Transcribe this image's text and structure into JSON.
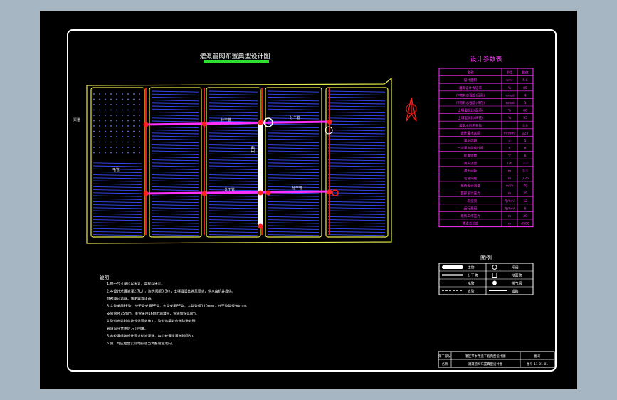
{
  "drawing": {
    "title": "灌溉管网布置典型设计图",
    "labels": {
      "main_pipe": "主管",
      "branch_pipe": "分干管",
      "lateral_label": "毛管",
      "north_arrow": "N",
      "side_label": "渠道"
    }
  },
  "params_table": {
    "title": "设计参数表",
    "header": [
      "名称",
      "单位",
      "数值"
    ],
    "rows": [
      [
        "设计面积",
        "hm²",
        "5.6"
      ],
      [
        "灌溉设计保证率",
        "%",
        "85"
      ],
      [
        "作物耗水强度(蔬菜)",
        "mm/d",
        "4"
      ],
      [
        "作物耗水强度(棉花)",
        "mm/d",
        "5"
      ],
      [
        "土壤湿润比(蔬菜)",
        "%",
        "60"
      ],
      [
        "土壤湿润比(棉花)",
        "%",
        "55"
      ],
      [
        "灌溉水利用系数",
        "",
        "0.9"
      ],
      [
        "设计灌水定额",
        "m³/hm²",
        "225"
      ],
      [
        "灌水周期",
        "d",
        "5"
      ],
      [
        "一次灌水延续时间",
        "h",
        "8"
      ],
      [
        "轮灌组数",
        "个",
        "6"
      ],
      [
        "滴头流量",
        "L/h",
        "2.7"
      ],
      [
        "滴头间距",
        "m",
        "0.3"
      ],
      [
        "毛管间距",
        "m",
        "0.75"
      ],
      [
        "系统设计流量",
        "m³/h",
        "70"
      ],
      [
        "首部设计压力",
        "m",
        "25"
      ],
      [
        "一次投资",
        "元/hm²",
        "12"
      ],
      [
        "运行费用",
        "元/hm²",
        "6"
      ],
      [
        "系统工作压力",
        "m",
        "20"
      ],
      [
        "管道总长度",
        "m",
        "4500"
      ]
    ]
  },
  "legend": {
    "title": "图例",
    "items": [
      {
        "label": "主管"
      },
      {
        "label": "分干管"
      },
      {
        "label": "毛管"
      },
      {
        "label": "支管"
      },
      {
        "label": "闸阀"
      },
      {
        "label": "地面管"
      },
      {
        "label": "排气阀"
      },
      {
        "label": "道路"
      }
    ]
  },
  "notes": {
    "heading": "说明：",
    "lines": [
      "1.图中尺寸单位以米计，高程以米计。",
      "2.本设计采用滴灌2.7L/h，滴头间距0.3m，土壤湿润比满足要求，供水由机井提供，",
      "  首部设过滤器，施肥罐等设备。",
      "3.主管采用PE管，分干管采用PE管，支管采用PE管，主管管径110mm，分干管管径90mm，",
      "  支管管径75mm，毛管采用16mm滴灌带，管道埋深0.8m。",
      "4.管道安装时应按规范要求施工，管道连接处应做防渗处理，",
      "  管道试压合格后方可回填。",
      "5.各轮灌组按设计要求轮流灌溉，每个轮灌组灌水时间8h。",
      "6.施工时应结合实际地形适当调整管道走向。"
    ]
  },
  "title_block": {
    "row1": [
      "第二部分",
      "灌区节水改造工程典型设计图",
      "图号"
    ],
    "row2": [
      "名称",
      "灌溉管网布置典型设计图",
      "图号 11-01-01"
    ]
  }
}
